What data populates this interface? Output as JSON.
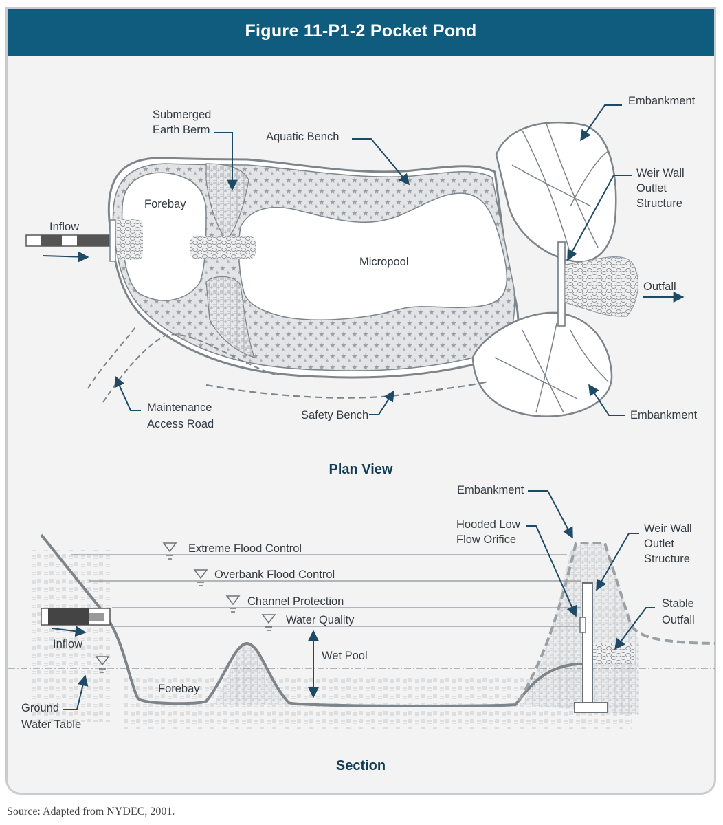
{
  "title": "Figure 11-P1-2   Pocket Pond",
  "plan": {
    "heading": "Plan View",
    "labels": {
      "submerged_berm_1": "Submerged",
      "submerged_berm_2": "Earth Berm",
      "aquatic_bench": "Aquatic Bench",
      "embankment_top": "Embankment",
      "forebay": "Forebay",
      "inflow": "Inflow",
      "micropool": "Micropool",
      "weir_1": "Weir Wall",
      "weir_2": "Outlet",
      "weir_3": "Structure",
      "outfall": "Outfall",
      "maintenance_1": "Maintenance",
      "maintenance_2": "Access Road",
      "safety_bench": "Safety Bench",
      "embankment_bottom": "Embankment"
    }
  },
  "section": {
    "heading": "Section",
    "labels": {
      "embankment": "Embankment",
      "hooded_1": "Hooded Low",
      "hooded_2": "Flow Orifice",
      "weir_1": "Weir Wall",
      "weir_2": "Outlet",
      "weir_3": "Structure",
      "extreme": "Extreme Flood Control",
      "overbank": "Overbank Flood Control",
      "channel": "Channel Protection",
      "water_quality": "Water Quality",
      "wet_pool": "Wet Pool",
      "stable_1": "Stable",
      "stable_2": "Outfall",
      "inflow": "Inflow",
      "forebay": "Forebay",
      "ground_1": "Ground",
      "ground_2": "Water Table"
    }
  },
  "source": "Source: Adapted from NYDEC, 2001.",
  "colors": {
    "title_bar": "#0f5c7e",
    "arrow": "#1e4a66",
    "outline": "#7d848a",
    "panel": "#f3f3f3"
  }
}
